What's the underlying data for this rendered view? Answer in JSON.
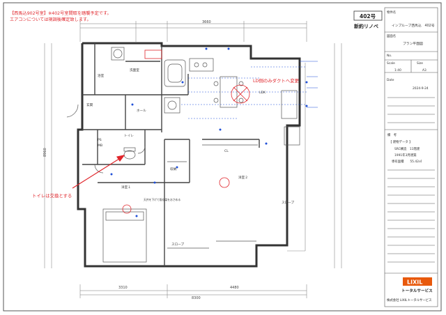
{
  "notes": {
    "line1": "【西馬込902号室】※402号室間取を踏襲予定です。",
    "line2": "エアコンについては現調後確定致します。"
  },
  "room_badge": {
    "number": "402号",
    "subtitle": "新約リノベ"
  },
  "plan_labels": {
    "entrance": "玄関",
    "toilet": "トイレ",
    "hall": "ホール",
    "washroom": "洗面室",
    "bathroom": "浴室",
    "ldk": "LDK",
    "western_room_1": "洋室１",
    "western_room_2": "洋室２",
    "closet": "CL",
    "storage": "収納",
    "ps": "PS",
    "mb": "MB",
    "slope": "スロープ",
    "ceiling_note": "天井を下げて既存梁をおさめる",
    "dim_total": "8300",
    "dim_left": "3310",
    "dim_mid": "3660",
    "dim_right": "4480",
    "dim_height": "8960"
  },
  "annotations": {
    "duct": "LD側のみダクトへ変更",
    "toilet": "トイレは交換とする"
  },
  "title_block": {
    "project_label": "物件名",
    "project": "インプルーブ西馬込　402号",
    "drawing_label": "図面名",
    "drawing": "プラン平面図",
    "no_label": "No.",
    "scale_label": "Scale",
    "size_label": "Size",
    "scale": "1:40",
    "size": "A3",
    "date_label": "Date",
    "date": "2024-9-24",
    "remarks_label": "備　考",
    "building_data_label": "【 建物データ 】",
    "structure": "SRC構造　11階建",
    "built": "1991年3月建築",
    "area": "専有面積　　55.42㎡"
  },
  "brand": {
    "logo": "LIXIL",
    "service": "トータルサービス",
    "company": "株式会社 LIXILトータルサービス"
  },
  "colors": {
    "accent": "#e0252b",
    "blue": "#1e4fd8",
    "logo_orange": "#e8590c"
  }
}
